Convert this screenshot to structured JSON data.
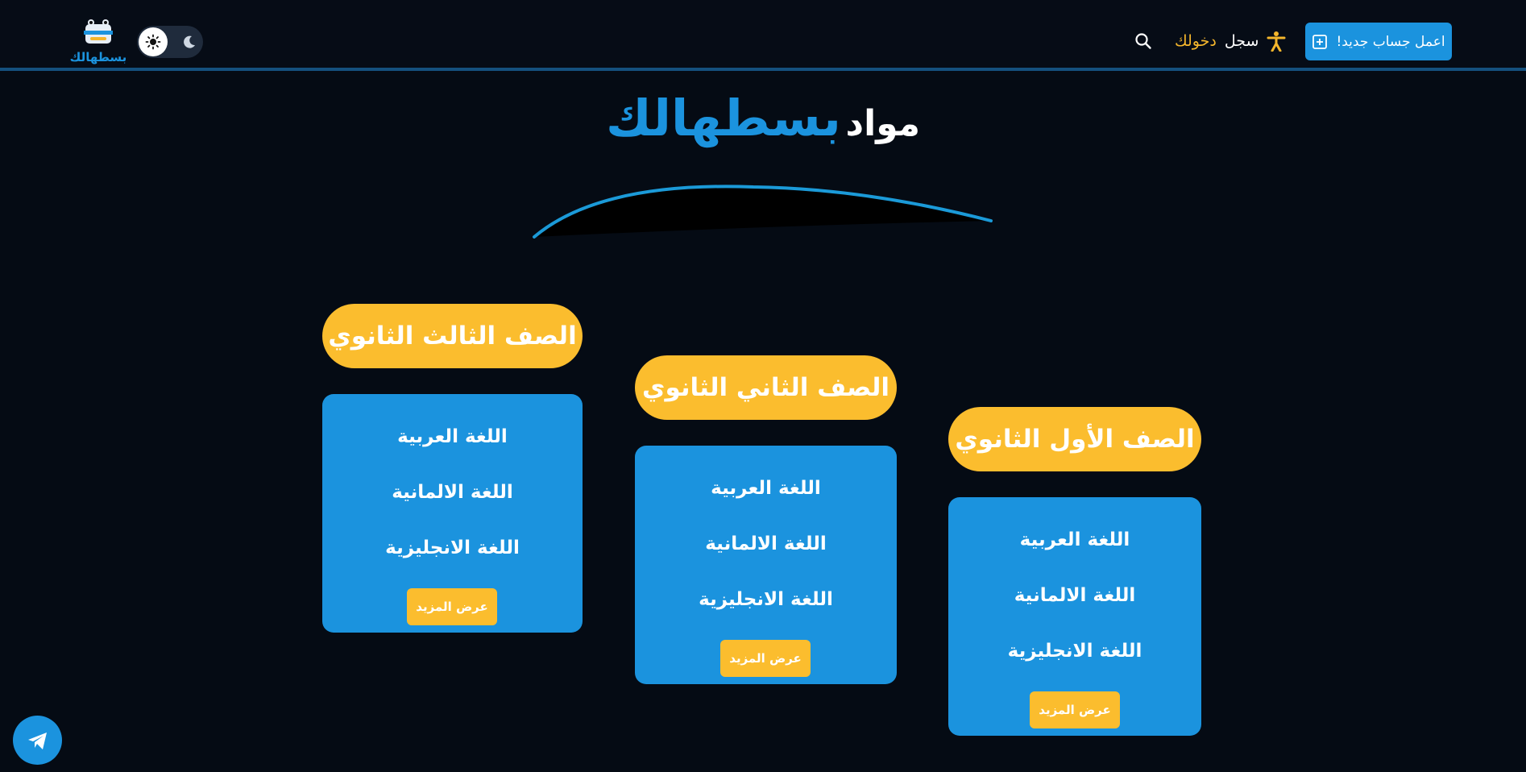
{
  "header": {
    "register_label": "اعمل جساب جديد!",
    "login_verb": "سجل",
    "login_accent": "دخولك",
    "logo_text": "بسطهالك"
  },
  "heading": {
    "main": "مواد",
    "accent": "بسطهالك"
  },
  "grades": [
    {
      "title": "الصف الثالث الثانوي",
      "subjects": [
        "اللغة العربية",
        "اللغة الالمانية",
        "اللغة الانجليزية"
      ],
      "more": "عرض المزيد"
    },
    {
      "title": "الصف الثاني الثانوي",
      "subjects": [
        "اللغة العربية",
        "اللغة الالمانية",
        "اللغة الانجليزية"
      ],
      "more": "عرض المزيد"
    },
    {
      "title": "الصف الأول الثانوي",
      "subjects": [
        "اللغة العربية",
        "اللغة الالمانية",
        "اللغة الانجليزية"
      ],
      "more": "عرض المزيد"
    }
  ],
  "icons": {
    "register": "plus-square-icon",
    "login": "accessibility-icon",
    "search": "search-icon",
    "theme_light": "sun-icon",
    "theme_dark": "moon-icon",
    "floating": "telegram-icon"
  },
  "colors": {
    "background": "#050b14",
    "primary": "#1b93de",
    "accent": "#fbbd2e",
    "nav_border": "#14507e"
  }
}
